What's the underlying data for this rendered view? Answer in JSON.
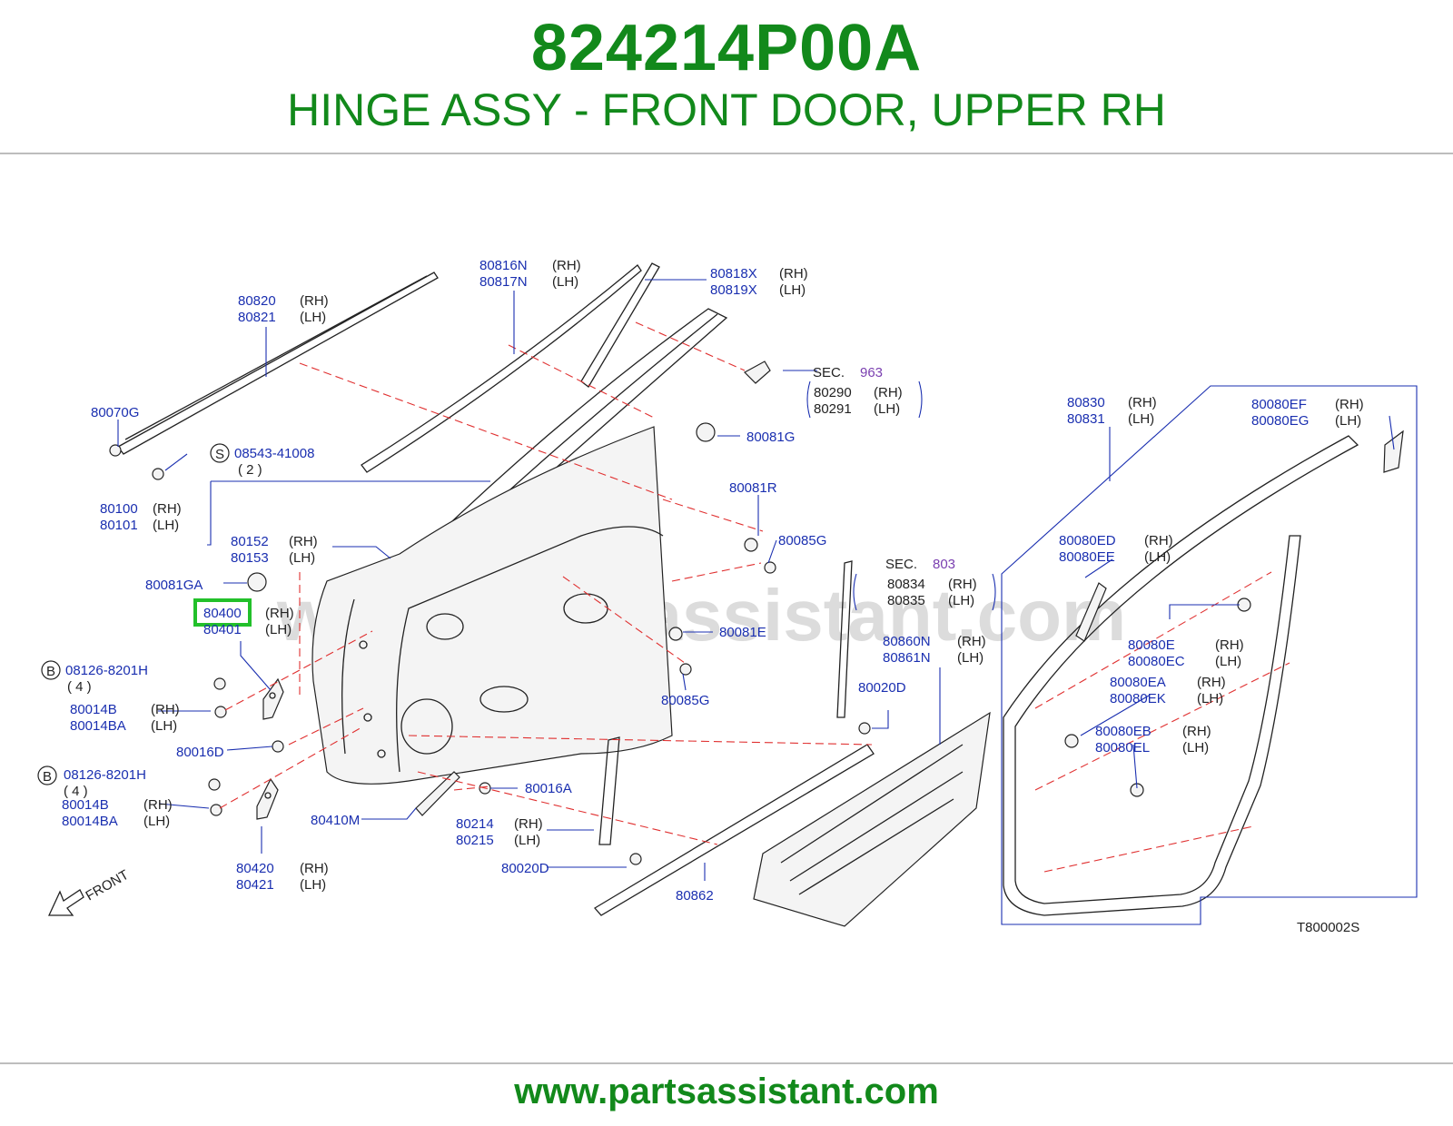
{
  "header": {
    "part_number": "824214P00A",
    "part_title": "HINGE ASSY - FRONT DOOR, UPPER RH"
  },
  "footer": {
    "url": "www.partsassistant.com"
  },
  "diagram": {
    "watermark": "www.partsassistant.com",
    "drawing_code": "T800002S",
    "front_label": "FRONT",
    "highlighted_part": "80400",
    "callouts": [
      {
        "id": "c-80820",
        "lines": [
          "80820",
          "80821"
        ],
        "sides": [
          "(RH)",
          "(LH)"
        ]
      },
      {
        "id": "c-80816n",
        "lines": [
          "80816N",
          "80817N"
        ],
        "sides": [
          "(RH)",
          "(LH)"
        ]
      },
      {
        "id": "c-80818x",
        "lines": [
          "80818X",
          "80819X"
        ],
        "sides": [
          "(RH)",
          "(LH)"
        ]
      },
      {
        "id": "c-80070g",
        "lines": [
          "80070G"
        ],
        "sides": []
      },
      {
        "id": "c-80100",
        "lines": [
          "80100",
          "80101"
        ],
        "sides": [
          "(RH)",
          "(LH)"
        ]
      },
      {
        "id": "c-80152",
        "lines": [
          "80152",
          "80153"
        ],
        "sides": [
          "(RH)",
          "(LH)"
        ]
      },
      {
        "id": "c-80081ga",
        "lines": [
          "80081GA"
        ],
        "sides": []
      },
      {
        "id": "c-80400",
        "lines": [
          "80400",
          "80401"
        ],
        "sides": [
          "(RH)",
          "(LH)"
        ]
      },
      {
        "id": "c-80014b-1",
        "lines": [
          "80014B",
          "80014BA"
        ],
        "sides": [
          "(RH)",
          "(LH)"
        ]
      },
      {
        "id": "c-80016d",
        "lines": [
          "80016D"
        ],
        "sides": []
      },
      {
        "id": "c-80014b-2",
        "lines": [
          "80014B",
          "80014BA"
        ],
        "sides": [
          "(RH)",
          "(LH)"
        ]
      },
      {
        "id": "c-80420",
        "lines": [
          "80420",
          "80421"
        ],
        "sides": [
          "(RH)",
          "(LH)"
        ]
      },
      {
        "id": "c-80410m",
        "lines": [
          "80410M"
        ],
        "sides": []
      },
      {
        "id": "c-80016a",
        "lines": [
          "80016A"
        ],
        "sides": []
      },
      {
        "id": "c-80214",
        "lines": [
          "80214",
          "80215"
        ],
        "sides": [
          "(RH)",
          "(LH)"
        ]
      },
      {
        "id": "c-80020d-1",
        "lines": [
          "80020D"
        ],
        "sides": []
      },
      {
        "id": "c-80862",
        "lines": [
          "80862"
        ],
        "sides": []
      },
      {
        "id": "c-80081g",
        "lines": [
          "80081G"
        ],
        "sides": []
      },
      {
        "id": "c-80081r",
        "lines": [
          "80081R"
        ],
        "sides": []
      },
      {
        "id": "c-80085g-1",
        "lines": [
          "80085G"
        ],
        "sides": []
      },
      {
        "id": "c-80081e",
        "lines": [
          "80081E"
        ],
        "sides": []
      },
      {
        "id": "c-80085g-2",
        "lines": [
          "80085G"
        ],
        "sides": []
      },
      {
        "id": "c-80860n",
        "lines": [
          "80860N",
          "80861N"
        ],
        "sides": [
          "(RH)",
          "(LH)"
        ]
      },
      {
        "id": "c-80020d-2",
        "lines": [
          "80020D"
        ],
        "sides": []
      },
      {
        "id": "c-80830",
        "lines": [
          "80830",
          "80831"
        ],
        "sides": [
          "(RH)",
          "(LH)"
        ]
      },
      {
        "id": "c-80080ef",
        "lines": [
          "80080EF",
          "80080EG"
        ],
        "sides": [
          "(RH)",
          "(LH)"
        ]
      },
      {
        "id": "c-80080ed",
        "lines": [
          "80080ED",
          "80080EE"
        ],
        "sides": [
          "(RH)",
          "(LH)"
        ]
      },
      {
        "id": "c-80080e",
        "lines": [
          "80080E",
          "80080EC"
        ],
        "sides": [
          "(RH)",
          "(LH)"
        ]
      },
      {
        "id": "c-80080ea",
        "lines": [
          "80080EA",
          "80080EK"
        ],
        "sides": [
          "(RH)",
          "(LH)"
        ]
      },
      {
        "id": "c-80080eb",
        "lines": [
          "80080EB",
          "80080EL"
        ],
        "sides": [
          "(RH)",
          "(LH)"
        ]
      }
    ],
    "sec_963": {
      "sec": "SEC.",
      "num": "963",
      "lines": [
        "80290",
        "80291"
      ],
      "sides": [
        "(RH)",
        "(LH)"
      ]
    },
    "sec_803": {
      "sec": "SEC.",
      "num": "803",
      "lines": [
        "80834",
        "80835"
      ],
      "sides": [
        "(RH)",
        "(LH)"
      ]
    },
    "s_bolt": {
      "symbol": "S",
      "part": "08543-41008",
      "qty": "( 2 )"
    },
    "b_bolt_1": {
      "symbol": "B",
      "part": "08126-8201H",
      "qty": "( 4 )"
    },
    "b_bolt_2": {
      "symbol": "B",
      "part": "08126-8201H",
      "qty": "( 4 )"
    }
  }
}
